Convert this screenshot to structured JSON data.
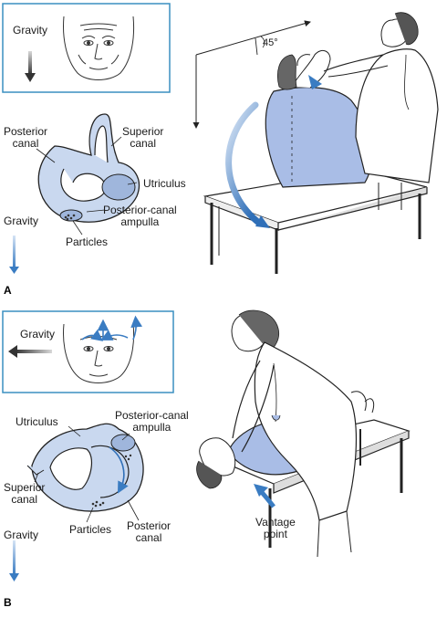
{
  "panel_a": {
    "letter": "A",
    "inset_gravity": "Gravity",
    "angle": "45°",
    "labels": {
      "posterior_canal": [
        "Posterior",
        "canal"
      ],
      "superior_canal": [
        "Superior",
        "canal"
      ],
      "utriculus": "Utriculus",
      "posterior_ampulla": [
        "Posterior-canal",
        "ampulla"
      ],
      "particles": "Particles",
      "gravity": "Gravity"
    }
  },
  "panel_b": {
    "letter": "B",
    "inset_gravity": "Gravity",
    "labels": {
      "utriculus": "Utriculus",
      "posterior_ampulla": [
        "Posterior-canal",
        "ampulla"
      ],
      "superior_canal": [
        "Superior",
        "canal"
      ],
      "particles": "Particles",
      "posterior_canal": [
        "Posterior",
        "canal"
      ],
      "gravity": "Gravity",
      "vantage_point": [
        "Vantage",
        "point"
      ]
    }
  },
  "colors": {
    "frame": "#3a8fc0",
    "canal_fill": "#c9d8ef",
    "canal_dark": "#9fb6dc",
    "arrow_blue": "#3a7cc2",
    "gown_blue": "#a9bde6",
    "line": "#222222"
  }
}
